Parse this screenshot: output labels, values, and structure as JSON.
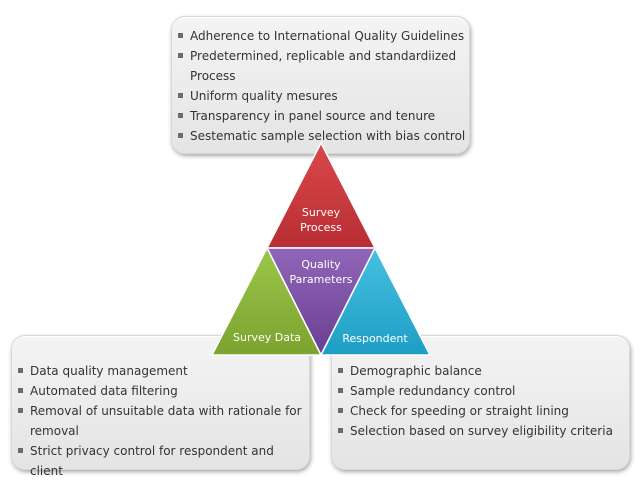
{
  "top_box": {
    "items": [
      "Adherence to International Quality Guidelines",
      "Predetermined, replicable and standardiized",
      "Process",
      "Uniform quality mesures",
      "Transparency in panel source and tenure",
      "Sestematic sample selection with bias control"
    ]
  },
  "left_box": {
    "items": [
      "Data quality management",
      "Automated data filtering",
      "Removal of unsuitable data with rationale for",
      "removal",
      "Strict privacy control for respondent and client"
    ]
  },
  "right_box": {
    "items": [
      "Demographic balance",
      "Sample redundancy control",
      "Check for speeding or straight lining",
      "Selection based on survey eligibility criteria"
    ]
  },
  "pyramid": {
    "top": {
      "line1": "Survey",
      "line2": "Process",
      "color": "#c8363a"
    },
    "center": {
      "line1": "Quality",
      "line2": "Parameters",
      "color": "#7b4fa3"
    },
    "left": {
      "label": "Survey Data",
      "color": "#8cb53c"
    },
    "right": {
      "label": "Respondent",
      "color": "#2aaed3"
    }
  }
}
